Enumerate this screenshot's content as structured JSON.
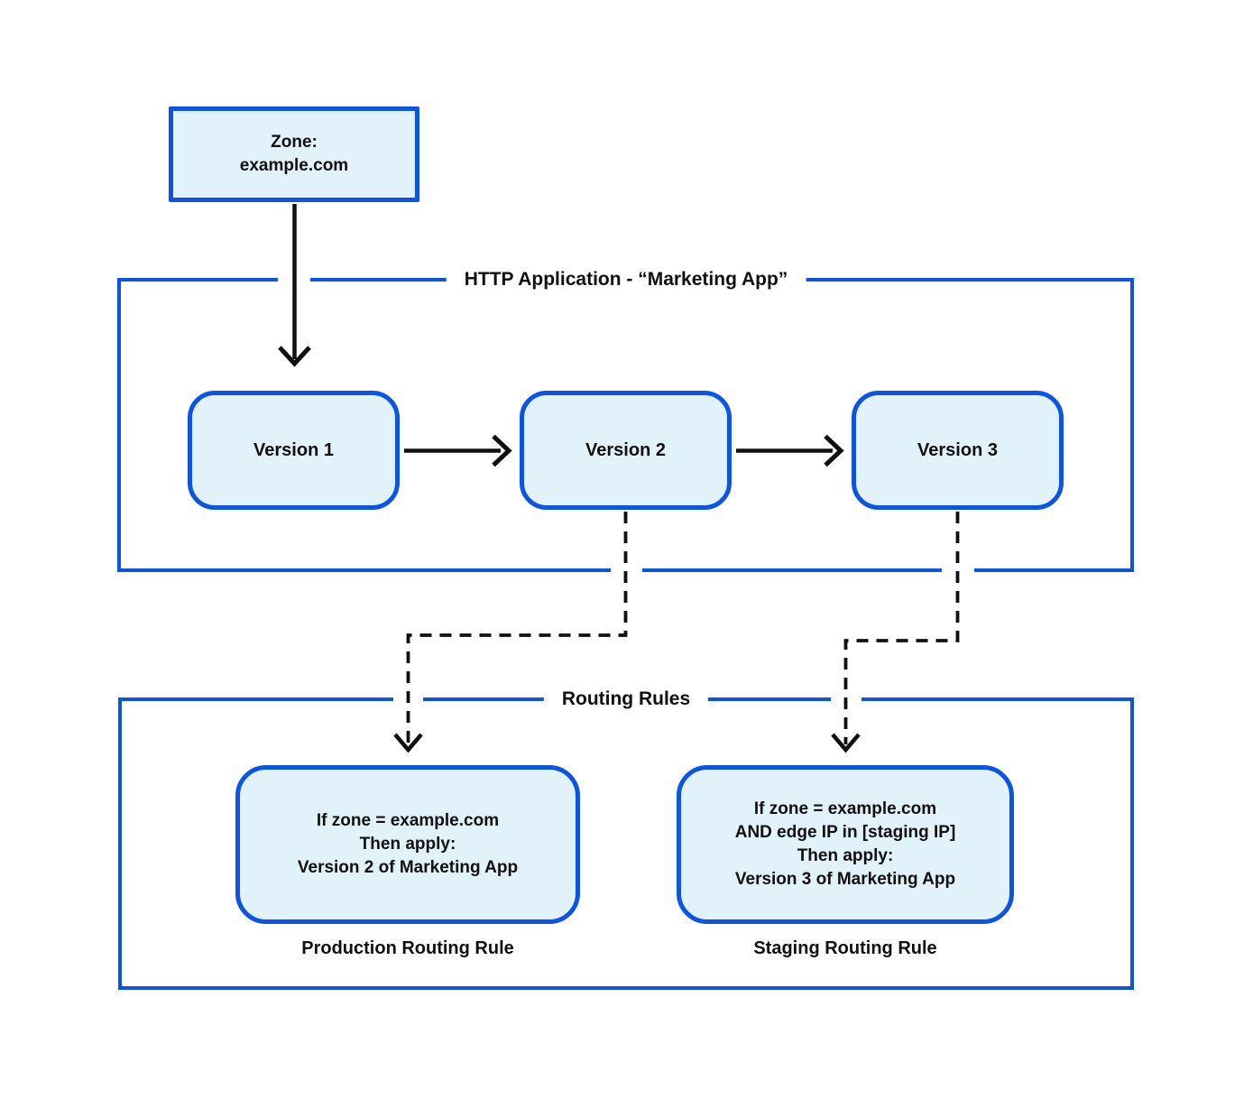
{
  "colors": {
    "accent_blue": "#0b54e4",
    "box_fill": "#e1f2fb",
    "line_black": "#101010"
  },
  "zone_box": {
    "text": "Zone:\nexample.com"
  },
  "http_app": {
    "title": "HTTP Application - “Marketing App”",
    "versions": [
      {
        "label": "Version 1"
      },
      {
        "label": "Version 2"
      },
      {
        "label": "Version 3"
      }
    ]
  },
  "routing": {
    "title": "Routing Rules",
    "rules": [
      {
        "text": "If zone = example.com\nThen apply:\nVersion 2 of Marketing App",
        "caption": "Production Routing Rule"
      },
      {
        "text": "If zone = example.com\nAND edge IP in [staging IP]\nThen apply:\nVersion 3 of Marketing App",
        "caption": "Staging Routing Rule"
      }
    ]
  }
}
